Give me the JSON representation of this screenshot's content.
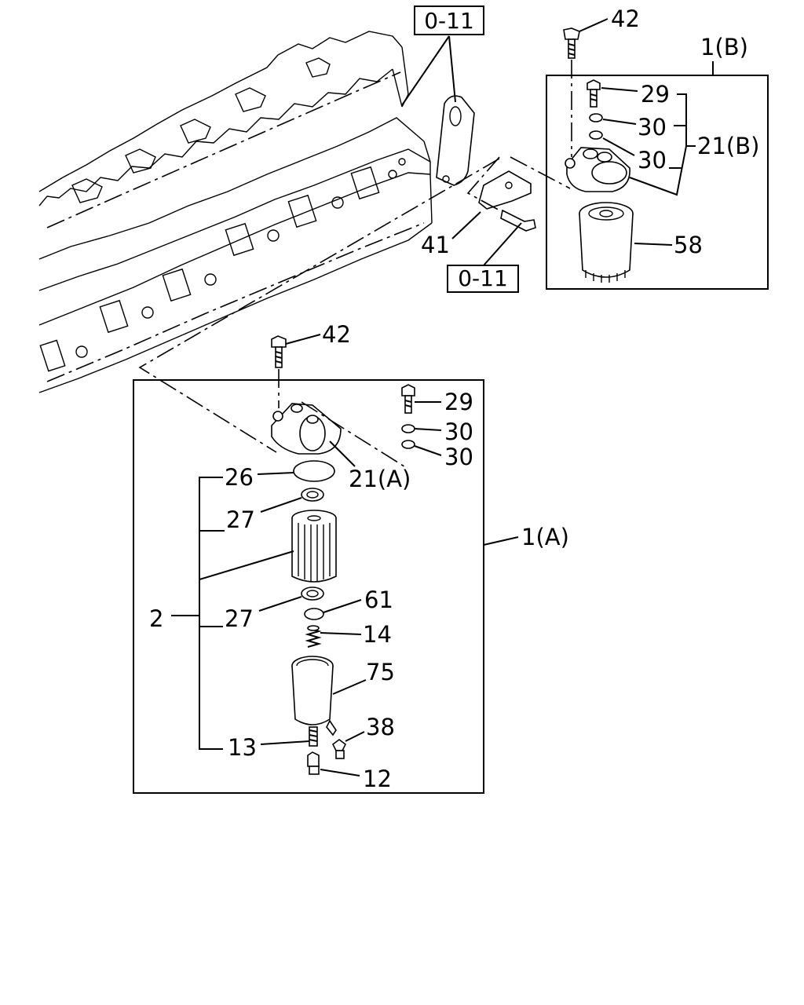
{
  "diagram": {
    "references": {
      "ref_top": "0-11",
      "ref_mid": "0-11"
    },
    "assemblies": {
      "assy_b": "1(B)",
      "assy_a": "1(A)"
    },
    "callouts": {
      "c42_top": "42",
      "c29_b": "29",
      "c30_b1": "30",
      "c30_b2": "30",
      "c21b": "21(B)",
      "c58": "58",
      "c41": "41",
      "c42_a": "42",
      "c29_a": "29",
      "c30_a1": "30",
      "c30_a2": "30",
      "c21a": "21(A)",
      "c26": "26",
      "c27_1": "27",
      "c27_2": "27",
      "c2": "2",
      "c61": "61",
      "c14": "14",
      "c75": "75",
      "c38": "38",
      "c13": "13",
      "c12": "12"
    }
  }
}
